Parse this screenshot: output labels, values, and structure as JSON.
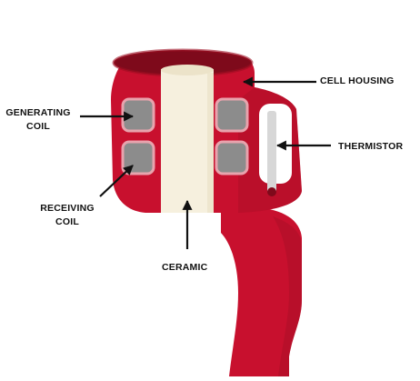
{
  "diagram": {
    "labels": {
      "cell_housing": "CELL HOUSING",
      "generating_coil": [
        "GENERATING",
        "COIL"
      ],
      "thermistor": "THERMISTOR",
      "receiving_coil": [
        "RECEIVING",
        "COIL"
      ],
      "ceramic": "CERAMIC"
    },
    "colors": {
      "housing": "#c8102e",
      "housing_dark": "#9c0d22",
      "housing_inner": "#7e0a1b",
      "coil_fill": "#8c8c8c",
      "coil_outline": "#e8a3ad",
      "ceramic": "#f6f0de",
      "ceramic_edge": "#ece3c9",
      "thermistor_fill": "#d7d7d7",
      "thermistor_frame": "#ffffff",
      "arrow": "#111111"
    }
  }
}
